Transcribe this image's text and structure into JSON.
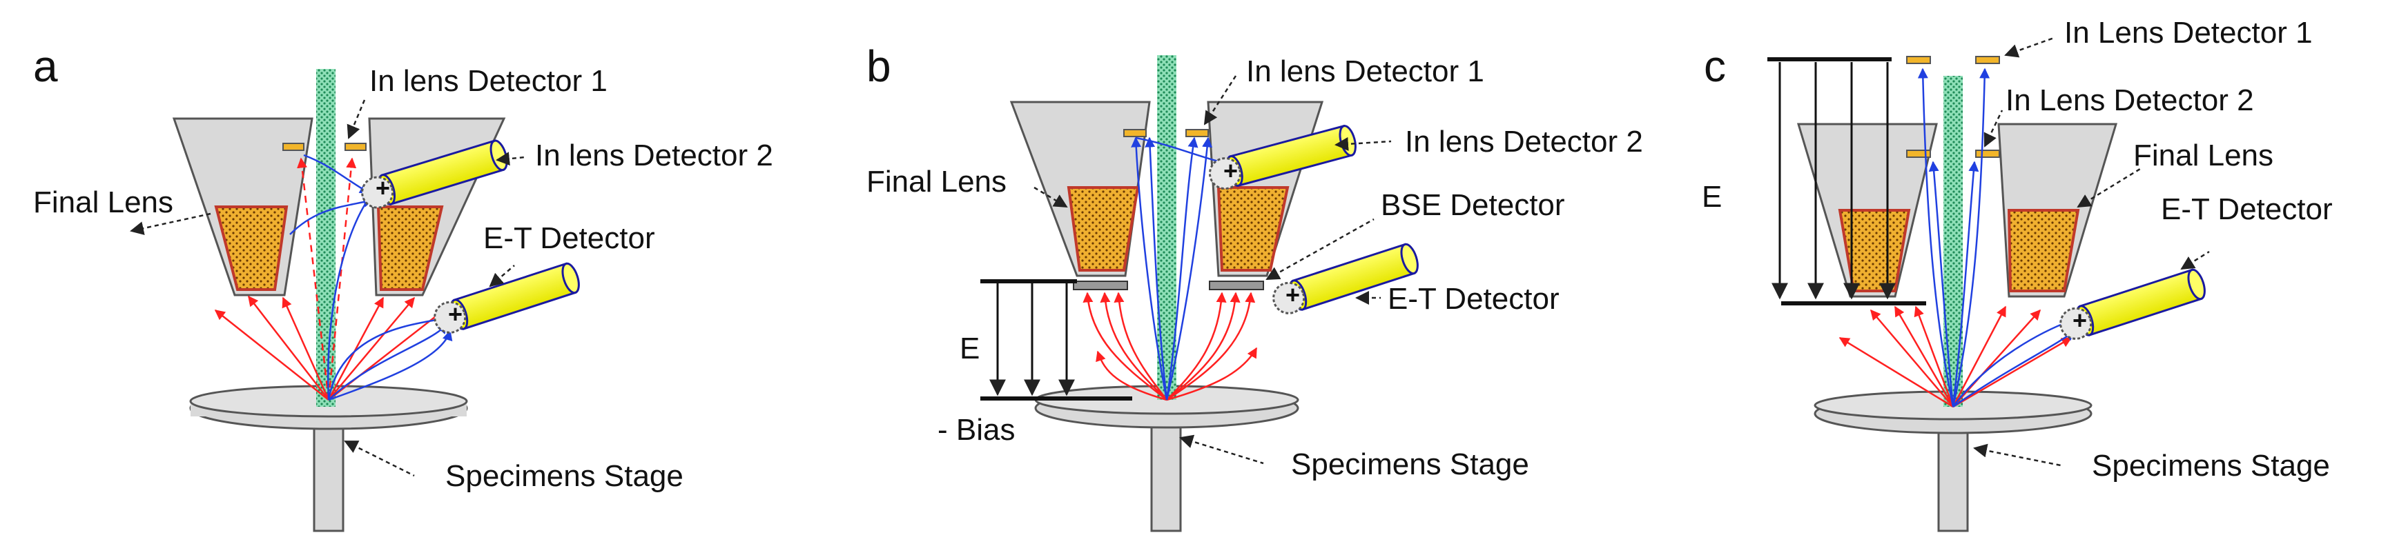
{
  "panels": {
    "a": {
      "letter": "a",
      "labels": {
        "in_lens_1": "In lens Detector 1",
        "in_lens_2": "In lens Detector 2",
        "final_lens": "Final Lens",
        "et_detector": "E-T Detector",
        "stage": "Specimens Stage"
      }
    },
    "b": {
      "letter": "b",
      "labels": {
        "in_lens_1": "In lens Detector 1",
        "in_lens_2": "In lens Detector 2",
        "final_lens": "Final Lens",
        "bse_detector": "BSE Detector",
        "et_detector": "E-T Detector",
        "stage": "Specimens Stage",
        "field": "E",
        "bias": "- Bias"
      }
    },
    "c": {
      "letter": "c",
      "labels": {
        "in_lens_1": "In Lens Detector 1",
        "in_lens_2": "In Lens Detector 2",
        "final_lens": "Final Lens",
        "et_detector": "E-T Detector",
        "stage": "Specimens Stage",
        "field": "E"
      }
    }
  },
  "symbols": {
    "plus": "+"
  },
  "colors": {
    "lens_body": "#d9d9d9",
    "pole_fill": "#f0b030",
    "detector_cylinder": "#ffff00",
    "detector_outline": "#1a1aa0",
    "beam": "#33b07a",
    "signal_red": "#ff2020",
    "signal_blue": "#2040e0",
    "in_lens_plate": "#f2b52a"
  }
}
